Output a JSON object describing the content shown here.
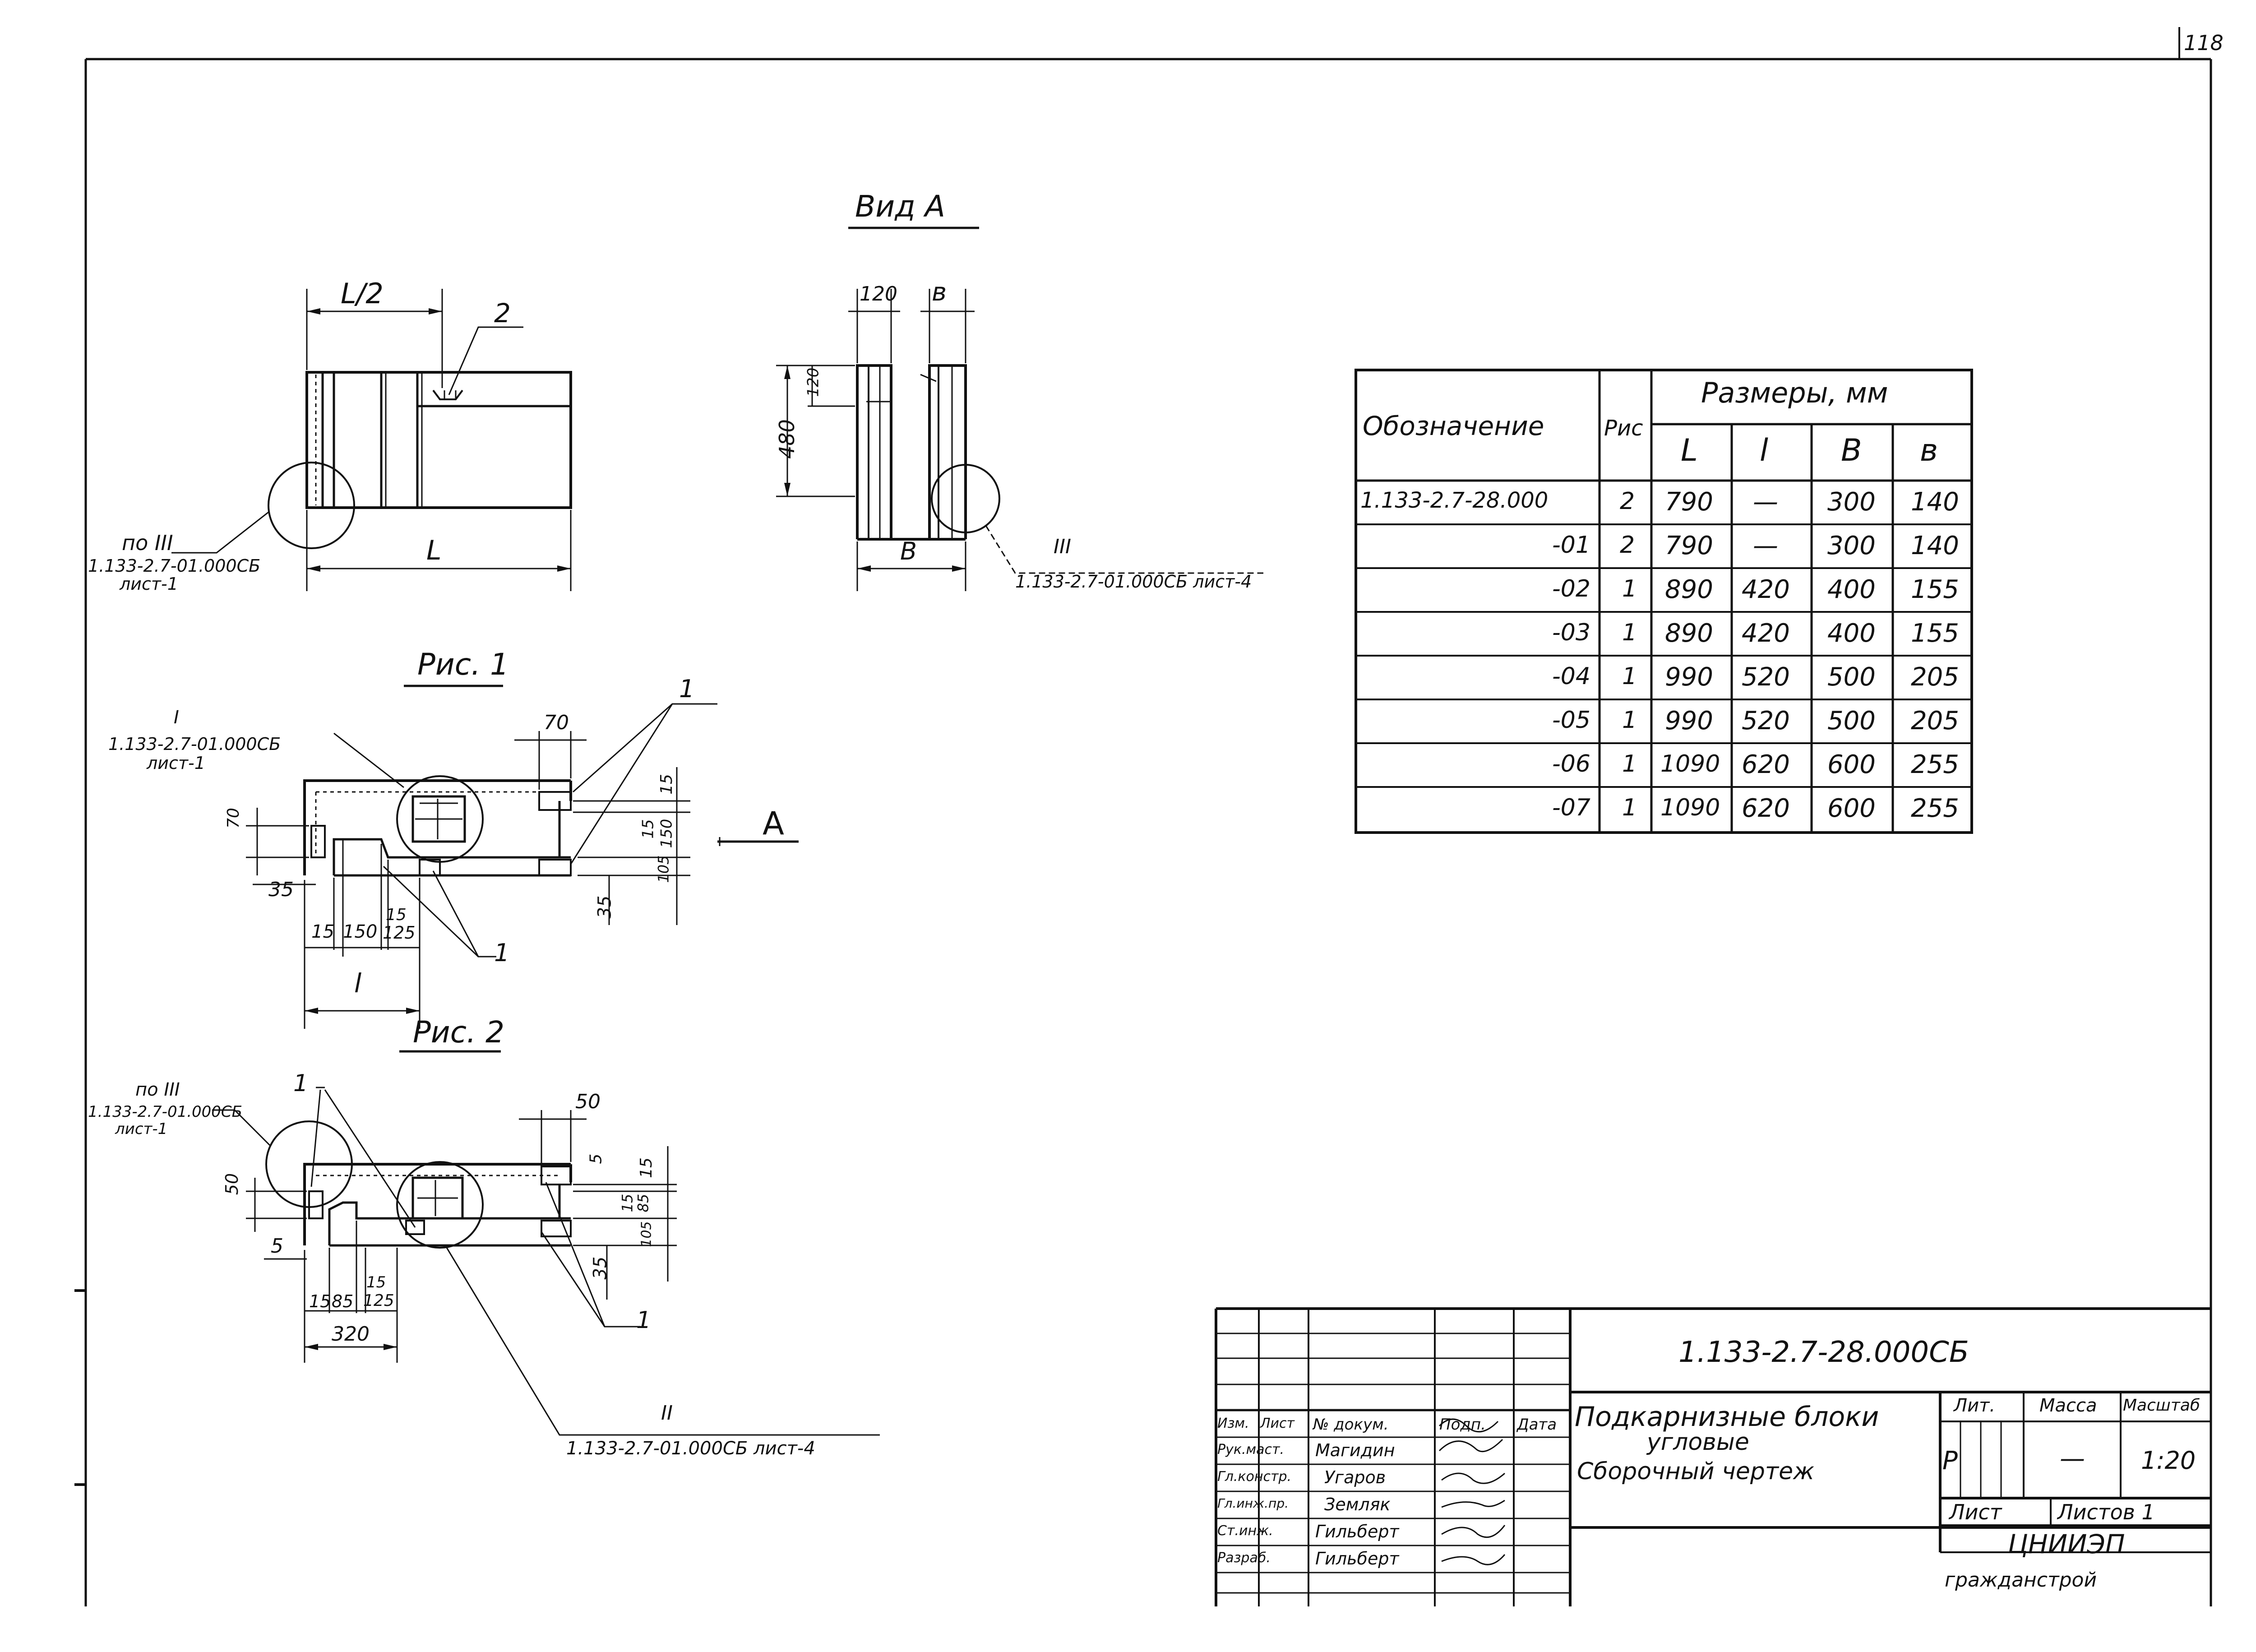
{
  "page_number": "118",
  "views": {
    "vid_a": {
      "title": "Вид А",
      "dims": {
        "top_left": "120",
        "top_right": "в",
        "height": "480",
        "small": "120",
        "bottom": "B"
      },
      "ref_label": "III",
      "ref_doc": "1.133-2.7-01.000СБ лист-4"
    },
    "front": {
      "dims": {
        "half": "L/2",
        "total": "L"
      },
      "callout": "2",
      "ref_label": "по III",
      "ref_doc": "1.133-2.7-01.000СБ",
      "ref_sheet": "лист-1"
    },
    "ris1": {
      "title": "Рис. 1",
      "ref_label": "I",
      "ref_doc": "1.133-2.7-01.000СБ",
      "ref_sheet": "лист-1",
      "view_arrow": "А",
      "callout": "1",
      "dims": {
        "d70_top": "70",
        "d70_left": "70",
        "d15_a": "15",
        "d15_b": "15",
        "d150": "150",
        "d105": "105",
        "d35_a": "35",
        "d35_b": "35",
        "b15": "15",
        "b150": "150",
        "b15b": "15",
        "b125": "125",
        "l": "l"
      }
    },
    "ris2": {
      "title": "Рис. 2",
      "ref_label": "по III",
      "ref_doc": "1.133-2.7-01.000СБ",
      "ref_sheet": "лист-1",
      "callout": "1",
      "ref2_label": "II",
      "ref2_doc": "1.133-2.7-01.000СБ лист-4",
      "dims": {
        "d50_top": "50",
        "d50_left": "50",
        "d5_a": "5",
        "d15_a": "15",
        "d15_b": "15",
        "d85": "85",
        "d105": "105",
        "d35": "35",
        "d5_b": "5",
        "b15": "15",
        "b85": "85",
        "b15b": "15",
        "b125": "125",
        "b320": "320"
      }
    }
  },
  "size_table": {
    "col_designation": "Обозначение",
    "col_fig": "Рис",
    "col_sizes": "Размеры, мм",
    "col_L": "L",
    "col_l": "l",
    "col_B": "B",
    "col_b": "в",
    "rows": [
      {
        "designation": "1.133-2.7-28.000",
        "fig": "2",
        "L": "790",
        "l": "—",
        "B": "300",
        "b": "140"
      },
      {
        "designation": "-01",
        "fig": "2",
        "L": "790",
        "l": "—",
        "B": "300",
        "b": "140"
      },
      {
        "designation": "-02",
        "fig": "1",
        "L": "890",
        "l": "420",
        "B": "400",
        "b": "155"
      },
      {
        "designation": "-03",
        "fig": "1",
        "L": "890",
        "l": "420",
        "B": "400",
        "b": "155"
      },
      {
        "designation": "-04",
        "fig": "1",
        "L": "990",
        "l": "520",
        "B": "500",
        "b": "205"
      },
      {
        "designation": "-05",
        "fig": "1",
        "L": "990",
        "l": "520",
        "B": "500",
        "b": "205"
      },
      {
        "designation": "-06",
        "fig": "1",
        "L": "1090",
        "l": "620",
        "B": "600",
        "b": "255"
      },
      {
        "designation": "-07",
        "fig": "1",
        "L": "1090",
        "l": "620",
        "B": "600",
        "b": "255"
      }
    ]
  },
  "title_block": {
    "doc_code": "1.133-2.7-28.000СБ",
    "title_line1": "Подкарнизные блоки",
    "title_line2": "угловые",
    "title_line3": "Сборочный чертеж",
    "hdr_izm": "Изм.",
    "hdr_list": "Лист",
    "hdr_doc": "№ докум.",
    "hdr_sign": "Подп.",
    "hdr_date": "Дата",
    "roles": [
      {
        "role": "Рук.маст.",
        "name": "Магидин"
      },
      {
        "role": "Гл.констр.",
        "name": "Угаров"
      },
      {
        "role": "Гл.инж.пр.",
        "name": "Земляк"
      },
      {
        "role": "Ст.инж.",
        "name": "Гильберт"
      },
      {
        "role": "Разраб.",
        "name": "Гильберт"
      }
    ],
    "lit_hdr": "Лит.",
    "mass_hdr": "Масса",
    "scale_hdr": "Масштаб",
    "lit_val": "Р",
    "mass_val": "—",
    "scale_val": "1:20",
    "sheet_hdr": "Лист",
    "sheets_hdr": "Листов 1",
    "org_line1": "ЦНИИЭП",
    "org_line2": "гражданстрой"
  }
}
